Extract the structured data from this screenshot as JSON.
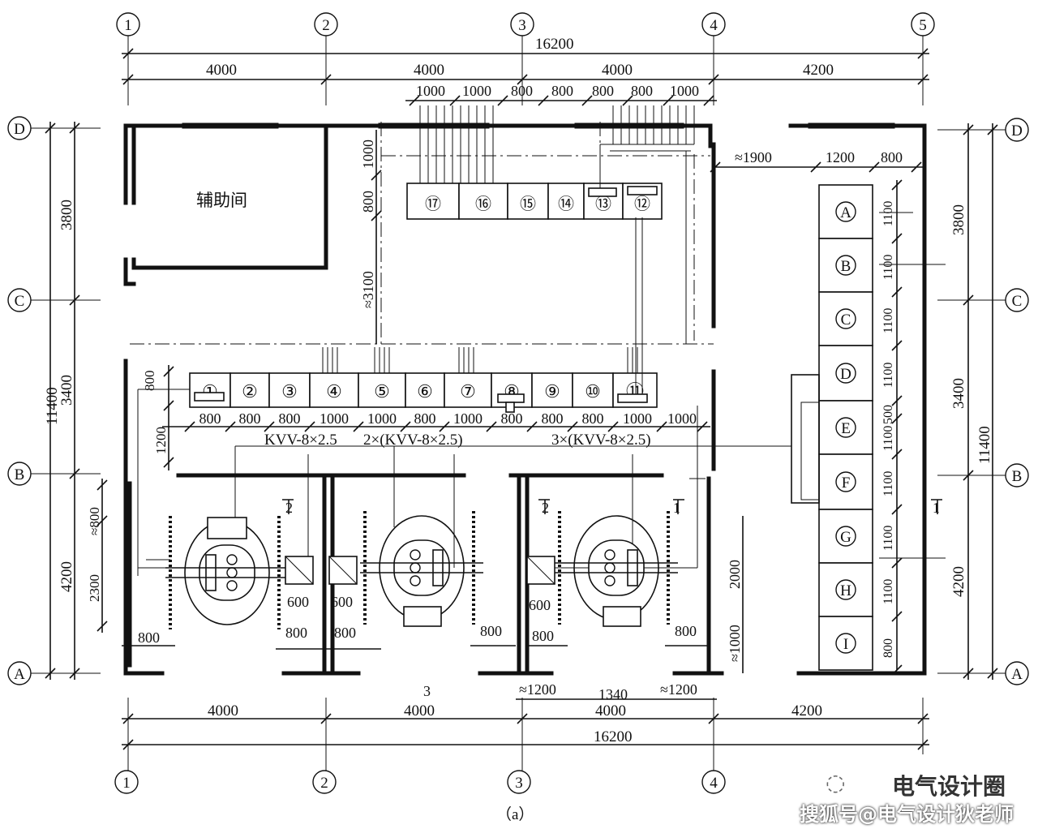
{
  "axes_top": [
    "1",
    "2",
    "3",
    "4",
    "5"
  ],
  "axes_bottom": [
    "1",
    "2",
    "3",
    "4"
  ],
  "axes_left": [
    "D",
    "C",
    "B",
    "A"
  ],
  "axes_right": [
    "D",
    "C",
    "B",
    "A"
  ],
  "dims_top": {
    "total": "16200",
    "segments": [
      "4000",
      "4000",
      "4000",
      "4200"
    ],
    "sub": [
      "1000",
      "1000",
      "800",
      "800",
      "800",
      "800",
      "1000"
    ]
  },
  "dims_bottom": {
    "total": "16200",
    "segments": [
      "4000",
      "4000",
      "4000",
      "4200"
    ],
    "near": [
      "≈1200",
      "1340",
      "≈1200"
    ]
  },
  "dims_left": {
    "total": "11400",
    "segments": [
      "3800",
      "3400",
      "4200"
    ],
    "small": [
      "800",
      "1200",
      "≈800",
      "2300"
    ]
  },
  "dims_right": {
    "total": "11400",
    "segments": [
      "3800",
      "3400",
      "4200"
    ],
    "cabinet_pitch": [
      "1100",
      "1100",
      "1100",
      "1100",
      "500",
      "1100",
      "1100",
      "1100",
      "1100",
      "800"
    ],
    "top_row": [
      "≈1900",
      "1200",
      "800"
    ]
  },
  "room_label": "辅助间",
  "panels_low": [
    "①",
    "②",
    "③",
    "④",
    "⑤",
    "⑥",
    "⑦",
    "⑧",
    "⑨",
    "⑩",
    "⑪"
  ],
  "panels_low_widths": [
    "800",
    "800",
    "800",
    "1000",
    "1000",
    "800",
    "1000",
    "800",
    "800",
    "800",
    "1000",
    "1000"
  ],
  "panels_top": [
    "⑰",
    "⑯",
    "⑮",
    "⑭",
    "⑬",
    "⑫"
  ],
  "panels_hv": [
    "A",
    "B",
    "C",
    "D",
    "E",
    "F",
    "G",
    "H",
    "I"
  ],
  "cable_labels": [
    "KVV-8×2.5",
    "2×(KVV-8×2.5)",
    "3×(KVV-8×2.5)"
  ],
  "vertical_dims": [
    "800",
    "1000",
    "≈3100"
  ],
  "transformer_dims": [
    "600",
    "600",
    "600",
    "800",
    "800",
    "800",
    "800",
    "800",
    "800",
    "2000",
    "≈1000"
  ],
  "section_marks": [
    "2",
    "2",
    "1",
    "1",
    "3"
  ],
  "caption": "（a）",
  "watermark": {
    "line1": "电气设计圈",
    "line2": "搜狐号@电气设计狄老师"
  }
}
